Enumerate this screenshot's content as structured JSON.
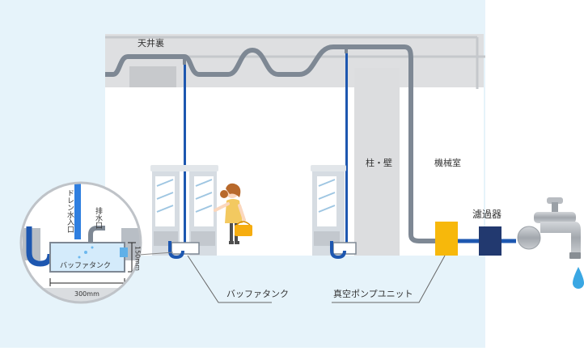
{
  "labels": {
    "ceiling": "天井裏",
    "pillar_wall": "柱・壁",
    "machine_room": "機械室",
    "filter": "濾過器",
    "buffer_tank_callout": "バッファタンク",
    "vacuum_pump_callout": "真空ポンプユニット"
  },
  "inset": {
    "drain_inlet": "ドレン水入口",
    "drain_outlet": "排水口",
    "tank_label": "バッファタンク",
    "width_dim": "300mm",
    "height_dim": "150mm"
  },
  "colors": {
    "room_bg": "#e6f3fa",
    "ceiling_bg": "#dedfe1",
    "pipe_gray": "#7e8894",
    "pipe_blue": "#1d57b0",
    "pump_yellow": "#f7b80b",
    "filter_navy": "#22396f"
  }
}
